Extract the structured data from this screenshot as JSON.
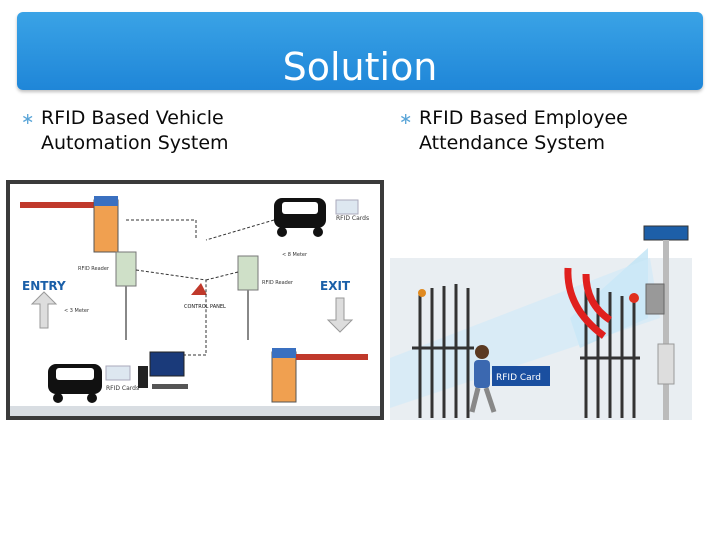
{
  "slide": {
    "title": "Solution",
    "bullet_mark": "∗",
    "bullets": [
      {
        "line1": "RFID Based Vehicle",
        "line2": "Automation System"
      },
      {
        "line1": "RFID Based Employee",
        "line2": "Attendance System"
      }
    ]
  },
  "vehicle_diagram": {
    "labels": {
      "entry": "ENTRY",
      "exit": "EXIT",
      "rfid_cards_top": "RFID Cards",
      "rfid_cards_bottom": "RFID Cards",
      "rfid_reader_left": "RFID Reader",
      "rfid_reader_right": "RFID Reader",
      "control_panel": "CONTROL PANEL",
      "meter_left": "< 3 Meter",
      "meter_right": "< 8 Meter"
    }
  },
  "attendance_illustration": {
    "labels": {
      "rfid_card": "RFID Card"
    }
  }
}
